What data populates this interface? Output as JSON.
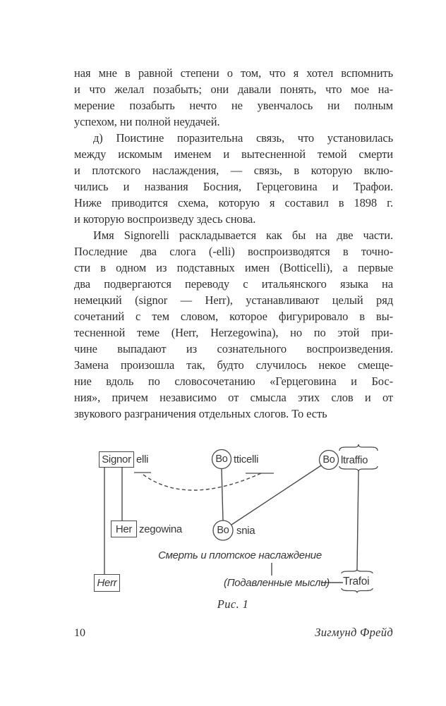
{
  "page": {
    "number": "10",
    "running_title": "Зигмунд Фрейд"
  },
  "body": {
    "paragraphs": [
      {
        "indent": false,
        "lines": [
          "ная мне в равной степени о том, что я хотел вспомнить",
          "и что желал позабыть; они давали понять, что мое на-",
          "мерение позабыть нечто не увенчалось ни полным",
          "успехом, ни полной неудачей."
        ]
      },
      {
        "indent": true,
        "lines": [
          "д) Поистине поразительна связь, что установилась",
          "между искомым именем и вытесненной темой смерти",
          "и плотского наслаждения, — связь, в которую вклю-",
          "чились и названия Босния, Герцеговина и Трафои.",
          "Ниже приводится схема, которую я составил в 1898 г.",
          "и которую воспроизведу здесь снова."
        ]
      },
      {
        "indent": true,
        "lines": [
          "Имя Signorelli раскладывается как бы на две части.",
          "Последние два слога (-elli) воспроизводятся в точно-",
          "сти в одном из подставных имен (Botticelli), а первые",
          "два подвергаются переводу с итальянского языка на",
          "немецкий (signor — Herr), устанавливают целый ряд",
          "сочетаний с тем словом, которое фигурировало в вы-",
          "тесненной теме (Herr, Herzegowina), но по этой при-",
          "чине выпадают из сознательного воспроизведения.",
          "Замена произошла так, будто случилось некое смеще-",
          "ние вдоль по словосочетанию «Герцеговина и Бос-",
          "ния», причем независимо от смысла этих слов и от",
          "звукового разграничения отдельных слогов. То есть"
        ]
      }
    ]
  },
  "figure": {
    "caption": "Рис. 1",
    "signorelli": {
      "boxed": "Signor",
      "rest": "elli"
    },
    "botticelli": {
      "circled": "Bo",
      "rest": "tticelli"
    },
    "boltraffio": {
      "circled": "Bo",
      "rest": "ltraffio"
    },
    "herzegowina": {
      "boxed": "Her",
      "rest": "zegowina"
    },
    "bosnia": {
      "circled": "Bo",
      "rest": "snia"
    },
    "herr": {
      "boxed": "Herr"
    },
    "trafoi": {
      "label": "Trafoi"
    },
    "theme_label": "Смерть и плотское наслаждение",
    "suppressed_label": "(Подавленные мысли)"
  }
}
